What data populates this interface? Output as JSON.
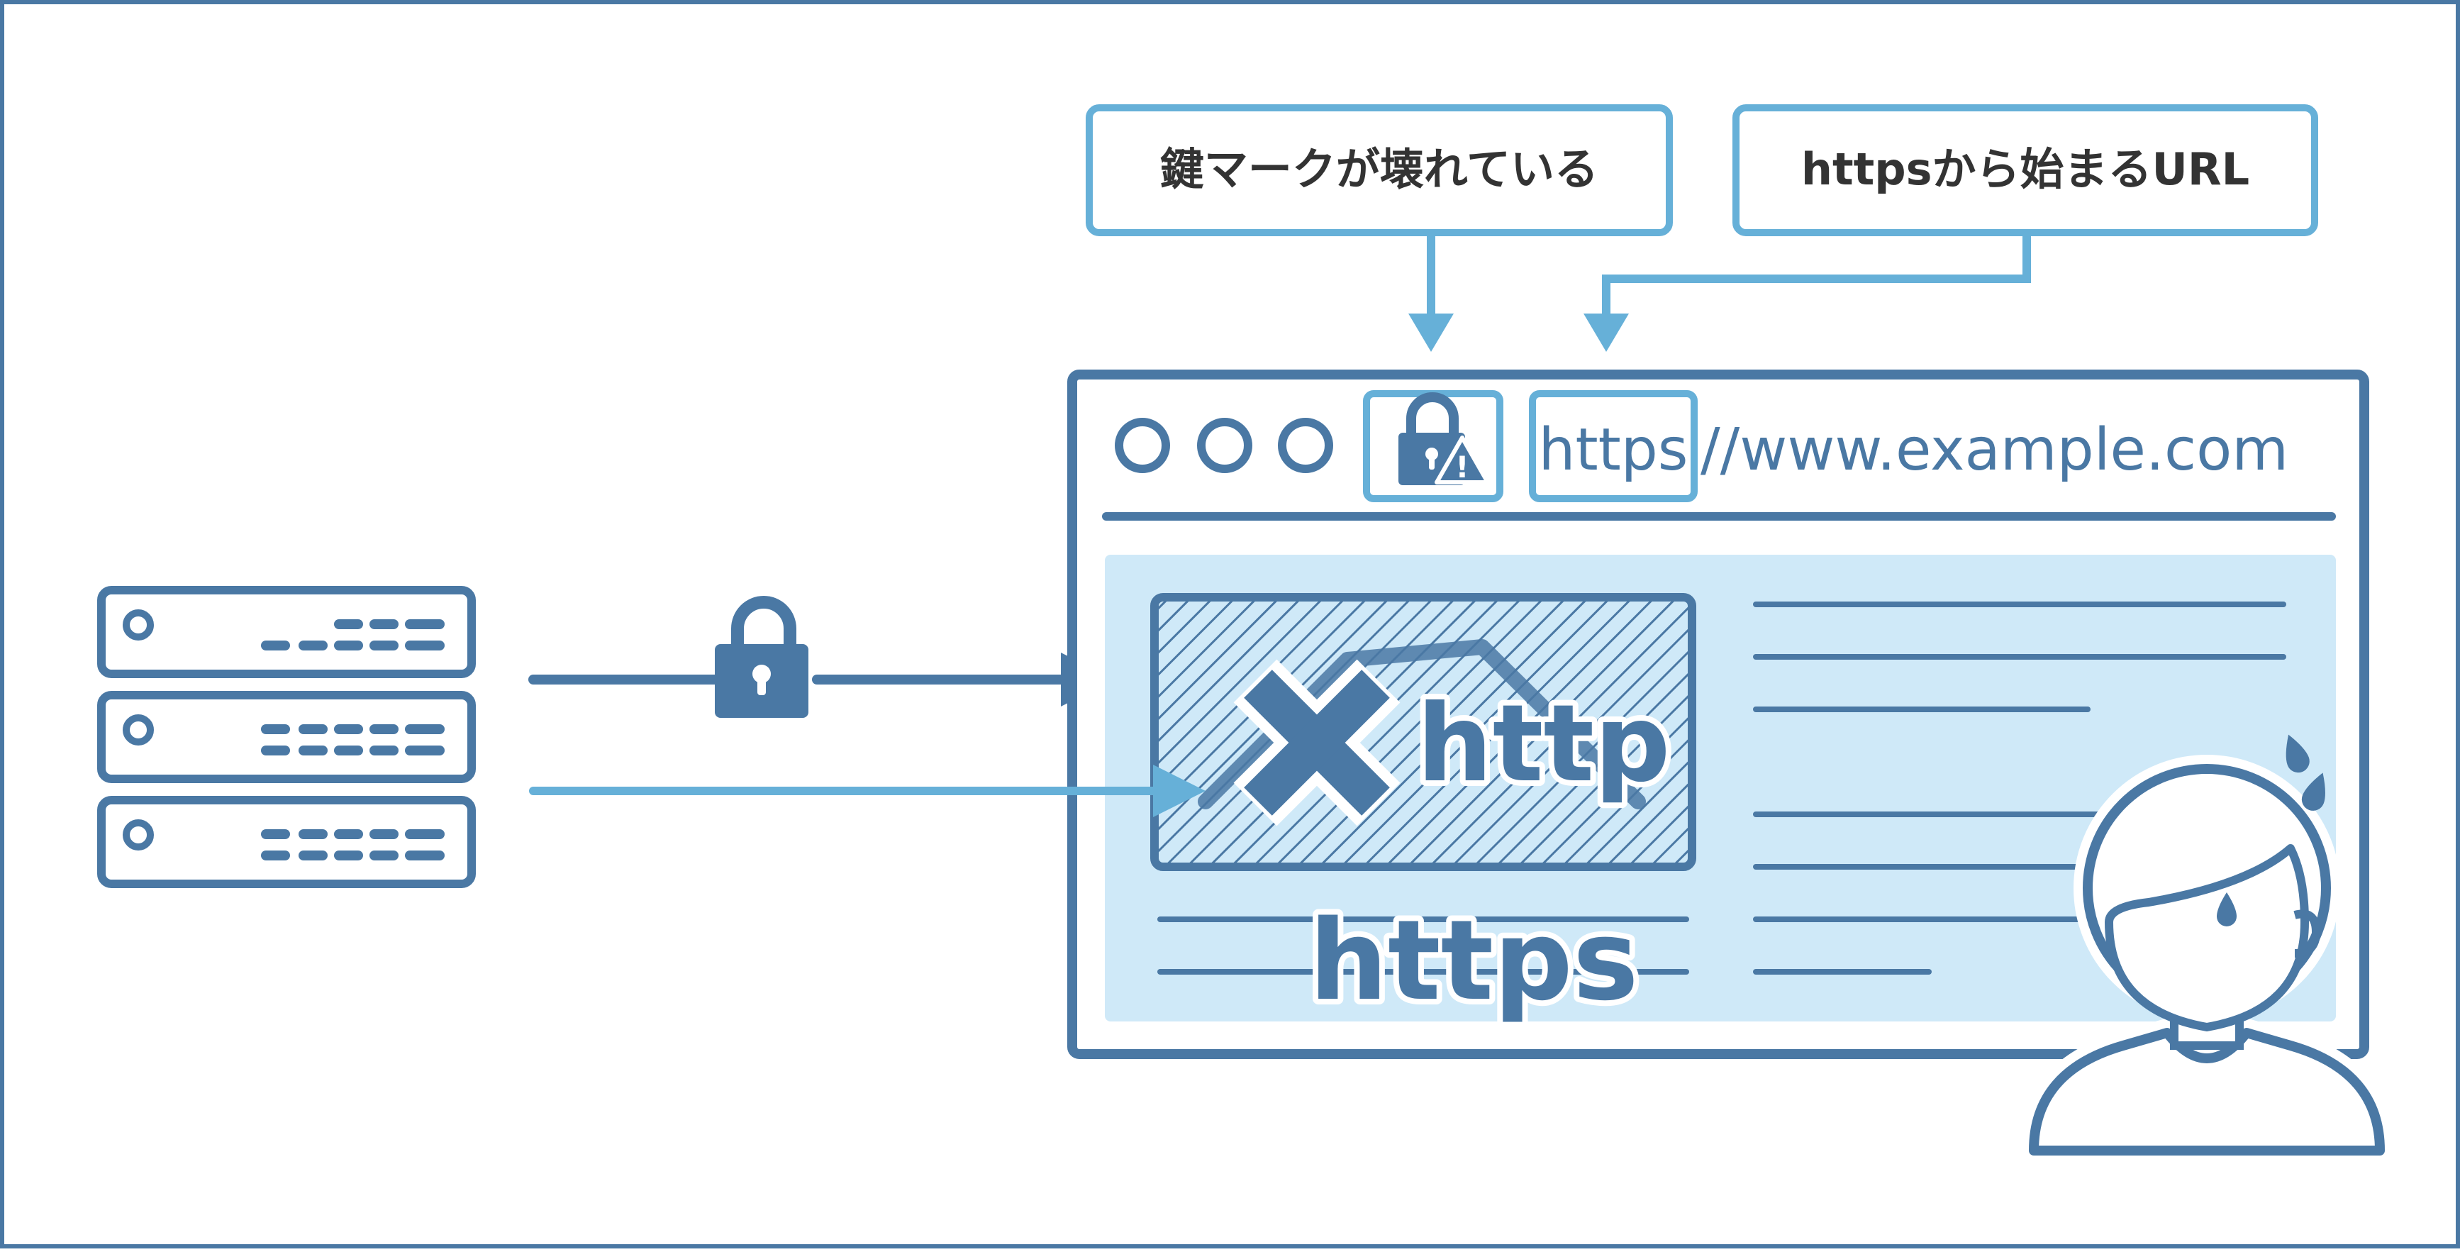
{
  "callouts": {
    "lock_broken": "鍵マークが壊れている",
    "https_url": "httpsから始まるURL"
  },
  "browser": {
    "scheme": "https",
    "rest_of_url": "//www.example.com"
  },
  "content": {
    "http_label": "http",
    "https_label": "https"
  },
  "colors": {
    "dark_blue": "#4a78a4",
    "light_blue": "#66b0d8",
    "content_bg": "#cfe9f8",
    "white": "#ffffff"
  },
  "icons": [
    "server-stack-icon",
    "lock-icon",
    "lock-warning-icon",
    "x-mark-icon",
    "worried-person-icon",
    "sweat-drop-icon"
  ]
}
